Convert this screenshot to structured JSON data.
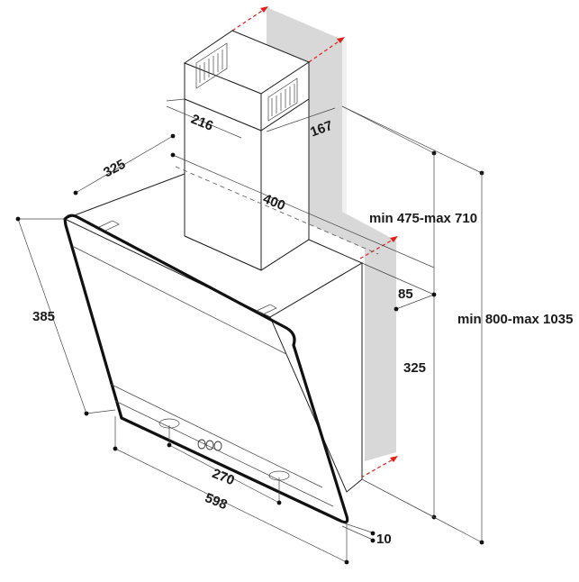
{
  "dimensions": {
    "chimney_width": "216",
    "chimney_depth": "167",
    "hood_depth": "325",
    "top_width": "400",
    "adjustable_height": "min 475-max 710",
    "offset": "85",
    "total_height": "min 800-max 1035",
    "hood_height": "325",
    "panel_height": "385",
    "control_spacing": "270",
    "hood_width": "598",
    "glass_thickness": "10"
  },
  "colors": {
    "wall": "#d8d8d8",
    "arrow": "#e0201a",
    "outline": "#222222"
  }
}
